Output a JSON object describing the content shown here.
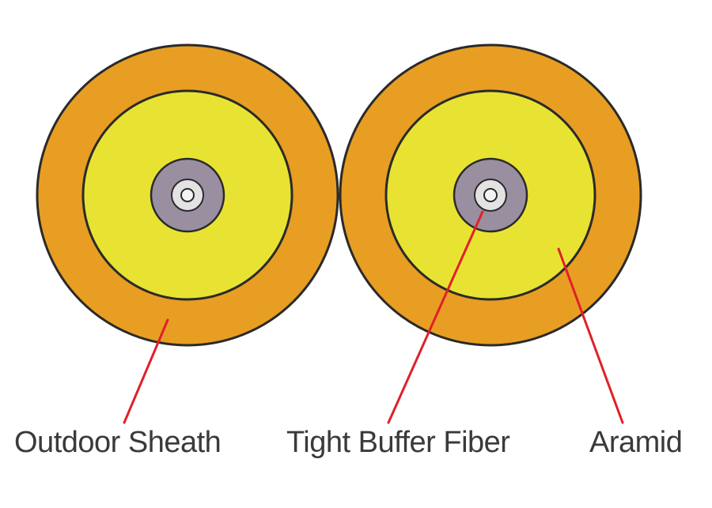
{
  "colors": {
    "sheath": "#e89e22",
    "aramid": "#e8e332",
    "buffer": "#9a8fa0",
    "core": "#e3e3e3",
    "outline": "#2a2a2a",
    "leader": "#e0202a",
    "label": "#3a3a3a"
  },
  "labels": {
    "outdoor_sheath": "Outdoor Sheath",
    "tight_buffer_fiber": "Tight Buffer Fiber",
    "aramid": "Aramid"
  }
}
